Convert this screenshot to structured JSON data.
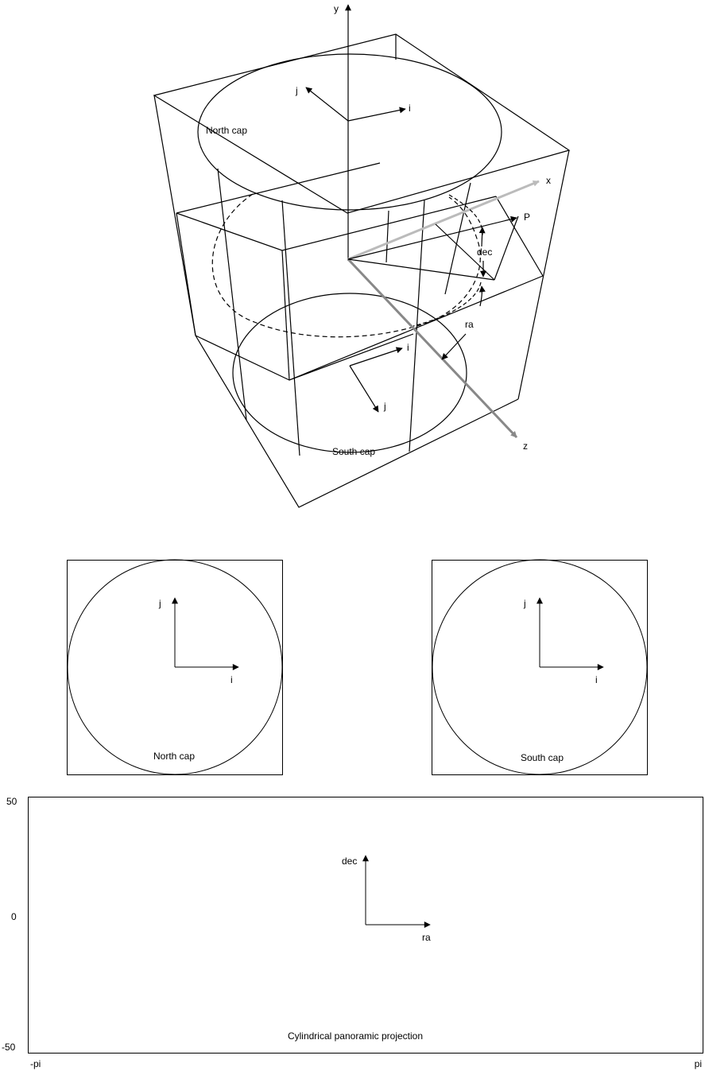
{
  "top_view": {
    "labels": {
      "y_axis": "y",
      "x_axis": "x",
      "z_axis": "z",
      "point": "P",
      "dec": "dec",
      "ra": "ra",
      "north_cap": "North cap",
      "south_cap": "South cap",
      "north_i": "i",
      "north_j": "j",
      "south_i": "i",
      "south_j": "j"
    }
  },
  "north_panel": {
    "caption": "North cap",
    "i_label": "i",
    "j_label": "j"
  },
  "south_panel": {
    "caption": "South cap",
    "i_label": "i",
    "j_label": "j"
  },
  "panorama": {
    "caption": "Cylindrical panoramic projection",
    "ra_label": "ra",
    "dec_label": "dec",
    "y_ticks": {
      "top": "50",
      "mid": "0",
      "bottom": "-50"
    },
    "x_ticks": {
      "left": "-pi",
      "right": "pi"
    }
  },
  "colors": {
    "x_axis": "#bbbbbb",
    "z_axis": "#888888",
    "line": "#000000"
  }
}
